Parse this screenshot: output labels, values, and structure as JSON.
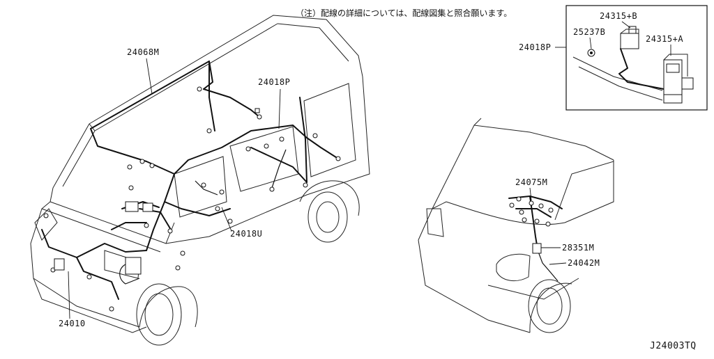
{
  "note": "（注）配線の詳細については、配線図集と照合願います。",
  "diagram_code": "J24003TQ",
  "part_labels": {
    "p24068M": "24068M",
    "p24018P_main": "24018P",
    "p24018U": "24018U",
    "p24010": "24010",
    "p24075M": "24075M",
    "p28351M": "28351M",
    "p24042M": "24042M",
    "p24018P_inset": "24018P",
    "p24315B": "24315+B",
    "p25237B": "25237B",
    "p24315A": "24315+A"
  }
}
